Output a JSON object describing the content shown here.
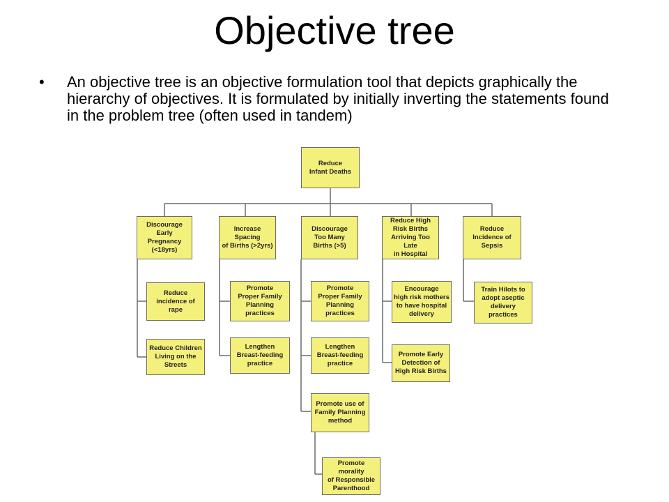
{
  "slide": {
    "title": "Objective tree",
    "bullet": "An objective tree is an objective formulation tool that depicts graphically the hierarchy of objectives. It is formulated by initially inverting the statements found in the problem tree (often used in tandem)"
  },
  "tree": {
    "root": "Reduce\nInfant Deaths",
    "branches": [
      {
        "label": "Discourage\nEarly Pregnancy\n(<18yrs)",
        "children": [
          "Reduce\nincidence of\nrape",
          "Reduce Children\nLiving on the\nStreets"
        ]
      },
      {
        "label": "Increase Spacing\nof Births (>2yrs)",
        "children": [
          "Promote\nProper Family\nPlanning\npractices",
          "Lengthen\nBreast-feeding\npractice"
        ]
      },
      {
        "label": "Discourage\nToo Many\nBirths (>5)",
        "children": [
          "Promote\nProper Family\nPlanning\npractices",
          "Lengthen\nBreast-feeding\npractice",
          "Promote use of\nFamily Planning\nmethod"
        ],
        "grandchild": "Promote morality\nof Responsible\nParenthood"
      },
      {
        "label": "Reduce High\nRisk Births\nArriving Too Late\nin Hospital",
        "children": [
          "Encourage\nhigh risk mothers\nto have hospital\ndelivery",
          "Promote Early\nDetection of\nHigh Risk Births"
        ]
      },
      {
        "label": "Reduce\nIncidence of\nSepsis",
        "children": [
          "Train Hilots to\nadopt aseptic\ndelivery\npractices"
        ]
      }
    ]
  }
}
